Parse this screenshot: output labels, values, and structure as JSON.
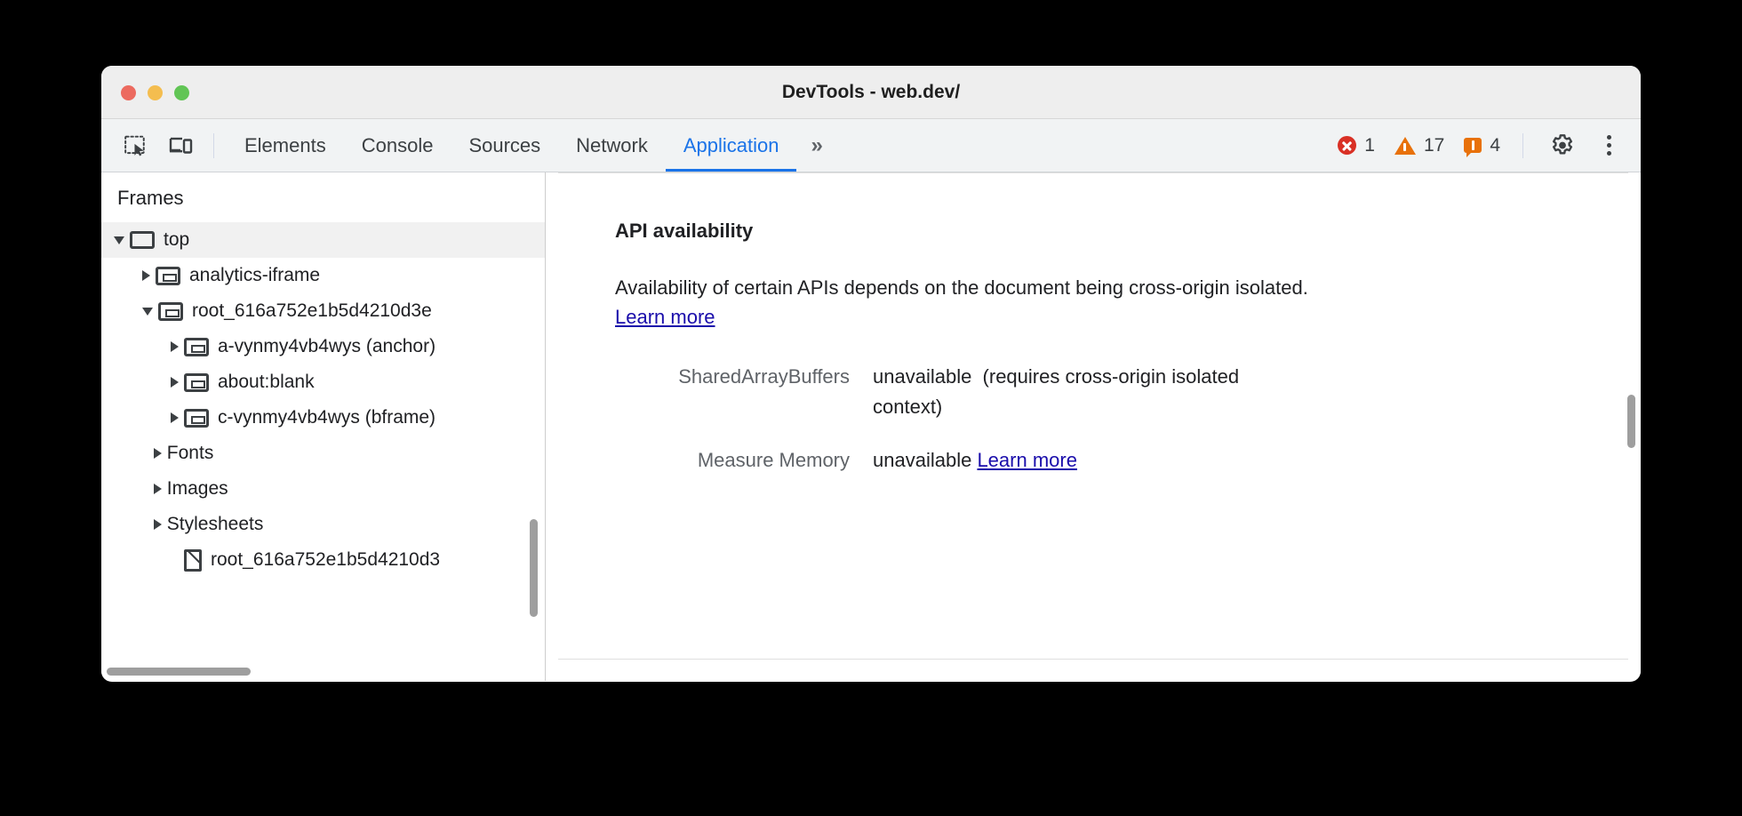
{
  "window": {
    "title": "DevTools - web.dev/",
    "controls": {
      "close": "close",
      "minimize": "minimize",
      "maximize": "maximize"
    }
  },
  "toolbar": {
    "inspect_icon": "inspect-element-icon",
    "device_icon": "device-toolbar-icon",
    "tabs": [
      {
        "label": "Elements",
        "active": false
      },
      {
        "label": "Console",
        "active": false
      },
      {
        "label": "Sources",
        "active": false
      },
      {
        "label": "Network",
        "active": false
      },
      {
        "label": "Application",
        "active": true
      }
    ],
    "overflow": "»",
    "counters": {
      "errors": "1",
      "warnings": "17",
      "issues": "4"
    },
    "settings_icon": "gear-icon",
    "more_icon": "kebab-menu-icon",
    "accent_color": "#1a73e8"
  },
  "sidebar": {
    "header": "Frames",
    "tree": [
      {
        "label": "top",
        "indent": 0,
        "arrow": "down",
        "icon": "frame-top-icon",
        "selected": true
      },
      {
        "label": "analytics-iframe",
        "indent": 1,
        "arrow": "right",
        "icon": "iframe-icon",
        "selected": false
      },
      {
        "label": "root_616a752e1b5d4210d3e",
        "indent": 1,
        "arrow": "down",
        "icon": "iframe-icon",
        "selected": false
      },
      {
        "label": "a-vynmy4vb4wys (anchor)",
        "indent": 2,
        "arrow": "right",
        "icon": "iframe-icon",
        "selected": false
      },
      {
        "label": "about:blank",
        "indent": 2,
        "arrow": "right",
        "icon": "iframe-icon",
        "selected": false
      },
      {
        "label": "c-vynmy4vb4wys (bframe)",
        "indent": 2,
        "arrow": "right",
        "icon": "iframe-icon",
        "selected": false
      },
      {
        "label": "Fonts",
        "indent": 1.4,
        "arrow": "right",
        "icon": "none",
        "selected": false
      },
      {
        "label": "Images",
        "indent": 1.4,
        "arrow": "right",
        "icon": "none",
        "selected": false
      },
      {
        "label": "Stylesheets",
        "indent": 1.4,
        "arrow": "right",
        "icon": "none",
        "selected": false
      },
      {
        "label": "root_616a752e1b5d4210d3",
        "indent": 2,
        "arrow": "none",
        "icon": "document-icon",
        "selected": false
      }
    ],
    "vertical_scrollbar": "sidebar-vertical-scrollbar",
    "horizontal_scrollbar": "sidebar-horizontal-scrollbar"
  },
  "main": {
    "heading": "API availability",
    "description_part1": "Availability of certain APIs depends on the document being cross-origin isolated. ",
    "description_link": "Learn more",
    "rows": [
      {
        "key": "SharedArrayBuffers",
        "value": "unavailable",
        "note": "(requires cross-origin isolated context)",
        "link": ""
      },
      {
        "key": "Measure Memory",
        "value": "unavailable",
        "note": "",
        "link": "Learn more"
      }
    ],
    "vertical_scrollbar": "main-vertical-scrollbar"
  }
}
